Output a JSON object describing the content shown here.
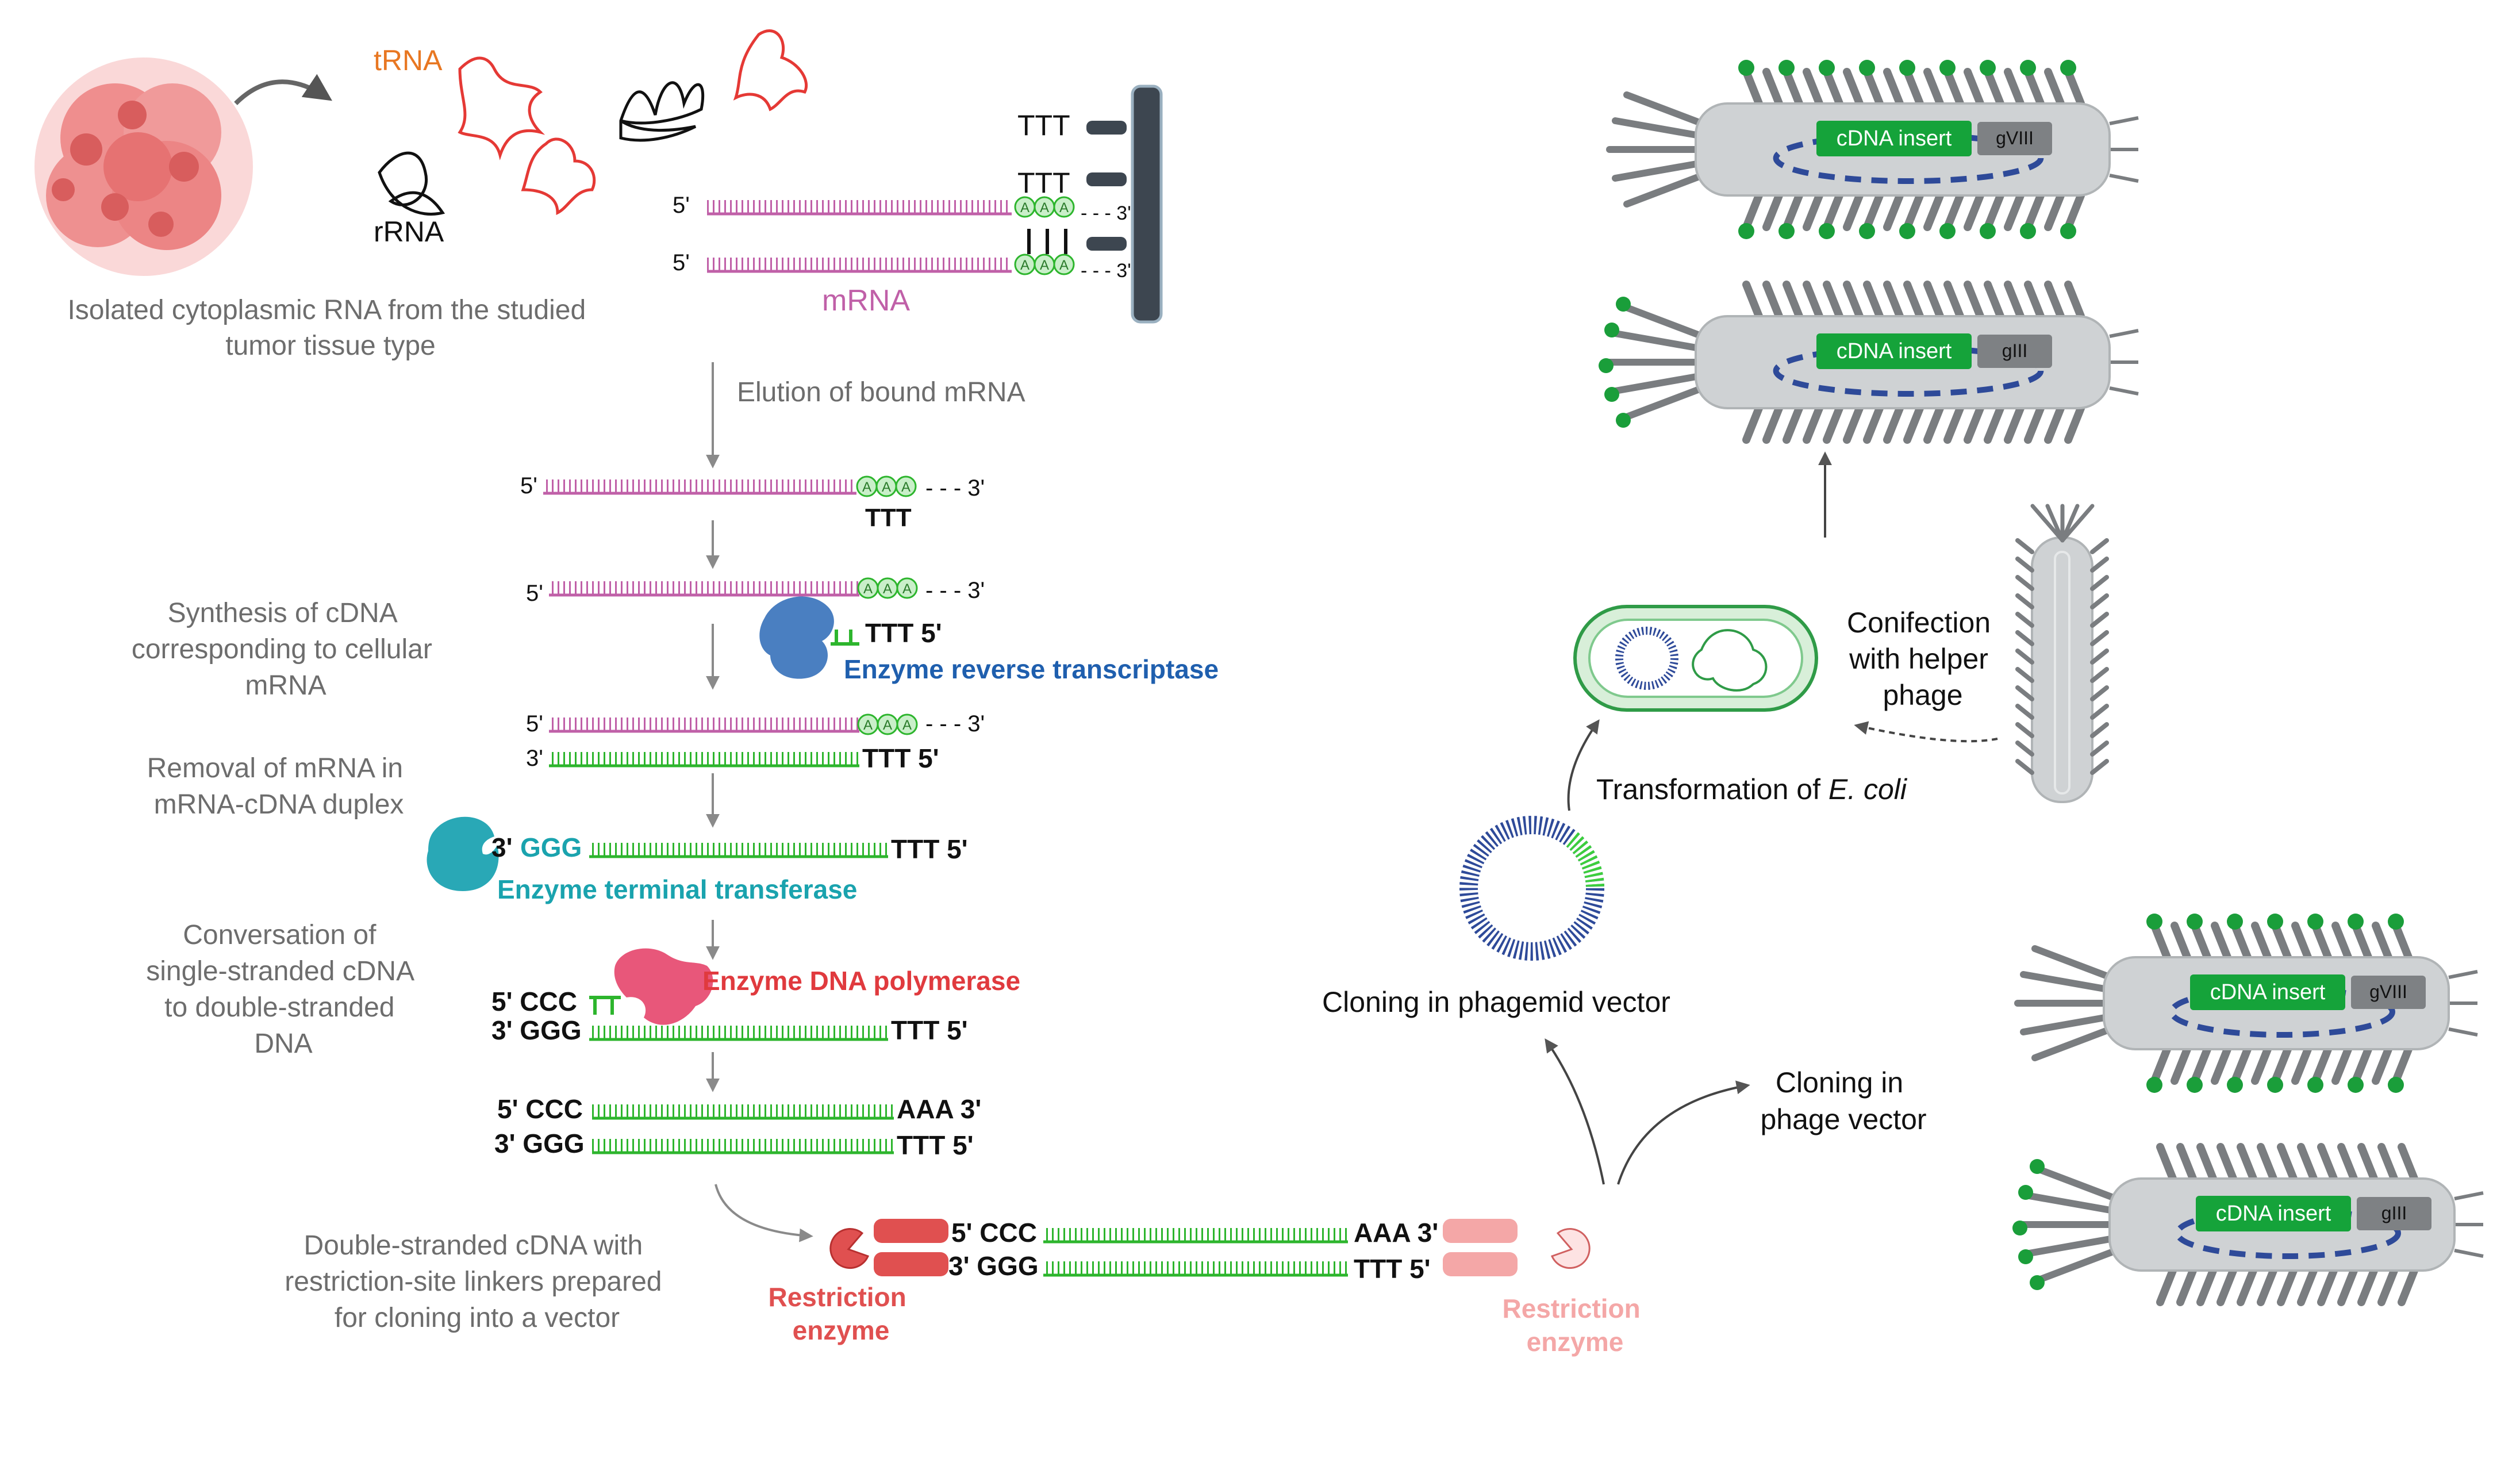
{
  "colors": {
    "text_gray": "#6d6d6d",
    "mrna": "#c060a8",
    "cdna": "#2db52d",
    "trna": "#e87722",
    "trna_shape": "#e53935",
    "reverse_transcriptase": "#1f5fae",
    "terminal_transferase": "#1aa3ae",
    "dna_polymerase": "#e03a3e",
    "restriction_left": "#e05050",
    "restriction_right": "#f4a7a7",
    "phage_body": "#cfd2d4",
    "phage_outline": "#b0b4b6",
    "spike": "#7a7d80",
    "green_dot": "#1a9e3a",
    "insert_green": "#15a33a",
    "gene_gray": "#7e8184",
    "plasmid_blue": "#2e4a99",
    "ecoli_green": "#2f9b47"
  },
  "icons": [
    "tumor-tissue-icon",
    "trna-icon",
    "rrna-icon",
    "oligo-dt-column-icon",
    "enzyme-icon",
    "restriction-enzyme-icon",
    "phagemid-vector-icon",
    "ecoli-cell-icon",
    "phage-particle-icon",
    "helper-phage-icon"
  ],
  "labels": {
    "trna": "tRNA",
    "rrna": "rRNA",
    "mrna": "mRNA",
    "ttt": "TTT",
    "five_prime": "5'",
    "three_prime": "3'",
    "poly_a": "A",
    "dashes_3": "- - - 3'",
    "ttt5": "TTT 5'",
    "ggg3": "3' GGG",
    "ggg": "GGG",
    "ccc5": "5' CCC",
    "aaa3": "AAA 3'"
  },
  "steps": {
    "isolated": [
      "Isolated cytoplasmic RNA from the studied",
      "tumor tissue type"
    ],
    "elution": "Elution of bound mRNA",
    "synthesis": [
      "Synthesis of cDNA",
      "corresponding to cellular",
      "mRNA"
    ],
    "removal": [
      "Removal of mRNA in",
      "mRNA-cDNA duplex"
    ],
    "conversation": [
      "Conversation of",
      "single-stranded cDNA",
      "to double-stranded",
      "DNA"
    ],
    "double_stranded": [
      "Double-stranded cDNA with",
      "restriction-site linkers prepared",
      "for cloning into a vector"
    ]
  },
  "enzymes": {
    "reverse_transcriptase": "Enzyme reverse transcriptase",
    "terminal_transferase": "Enzyme terminal transferase",
    "dna_polymerase": "Enzyme DNA polymerase",
    "restriction_left": [
      "Restriction",
      "enzyme"
    ],
    "restriction_right": [
      "Restriction",
      "enzyme"
    ]
  },
  "cloning": {
    "phagemid": "Cloning in phagemid vector",
    "phage": [
      "Cloning in",
      "phage vector"
    ],
    "transformation_prefix": "Transformation of ",
    "transformation_organism": "E. coli",
    "confection": [
      "Conifection",
      "with helper",
      "phage"
    ]
  },
  "phages": {
    "insert": "cDNA insert",
    "gviii": "gVIII",
    "giii": "gIII"
  }
}
